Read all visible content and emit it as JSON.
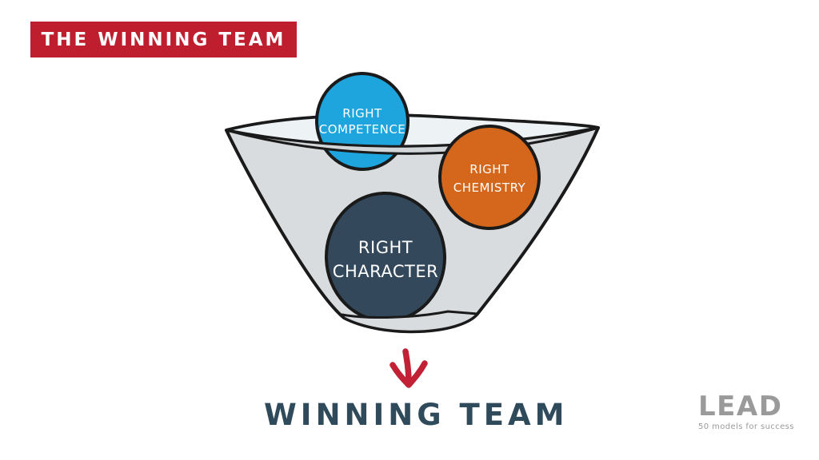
{
  "title": {
    "label": "THE WINNING TEAM",
    "bg_color": "#BF1E2E",
    "text_color": "#FFFFFF"
  },
  "funnel": {
    "bowl_fill": "#D9DCDE",
    "rim_fill": "#D3D6D8",
    "opening_fill": "#EDF3F5",
    "outline_color": "#1A1A1A",
    "balls": [
      {
        "id": "competence",
        "line1": "RIGHT",
        "line2": "COMPETENCE",
        "color": "#1EA5DE"
      },
      {
        "id": "chemistry",
        "line1": "RIGHT",
        "line2": "CHEMISTRY",
        "color": "#D4671B"
      },
      {
        "id": "character",
        "line1": "RIGHT",
        "line2": "CHARACTER",
        "color": "#33485B"
      }
    ]
  },
  "result": {
    "label": "WINNING TEAM",
    "text_color": "#2E4A5B",
    "arrow_color": "#C22034"
  },
  "logo": {
    "name": "LEAD",
    "tagline": "50 models for success",
    "color": "#9B9A9B"
  }
}
